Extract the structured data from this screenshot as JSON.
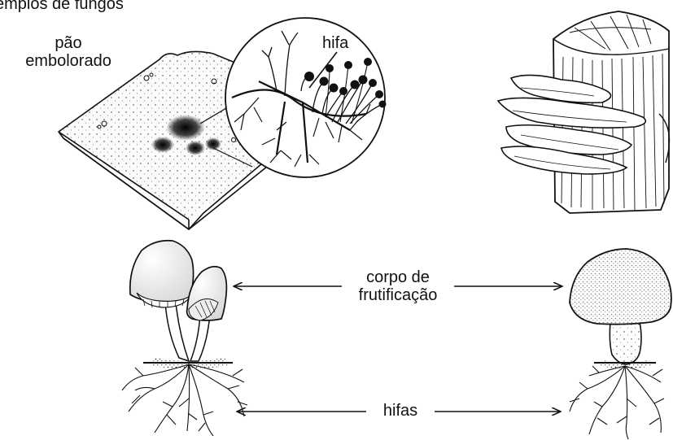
{
  "title": "emplos de fungos",
  "labels": {
    "bread_line1": "pão",
    "bread_line2": "embolorado",
    "hypha": "hifa",
    "fruiting_line1": "corpo de",
    "fruiting_line2": "frutificação",
    "hyphae": "hifas"
  },
  "colors": {
    "ink": "#111111",
    "background": "#ffffff"
  }
}
